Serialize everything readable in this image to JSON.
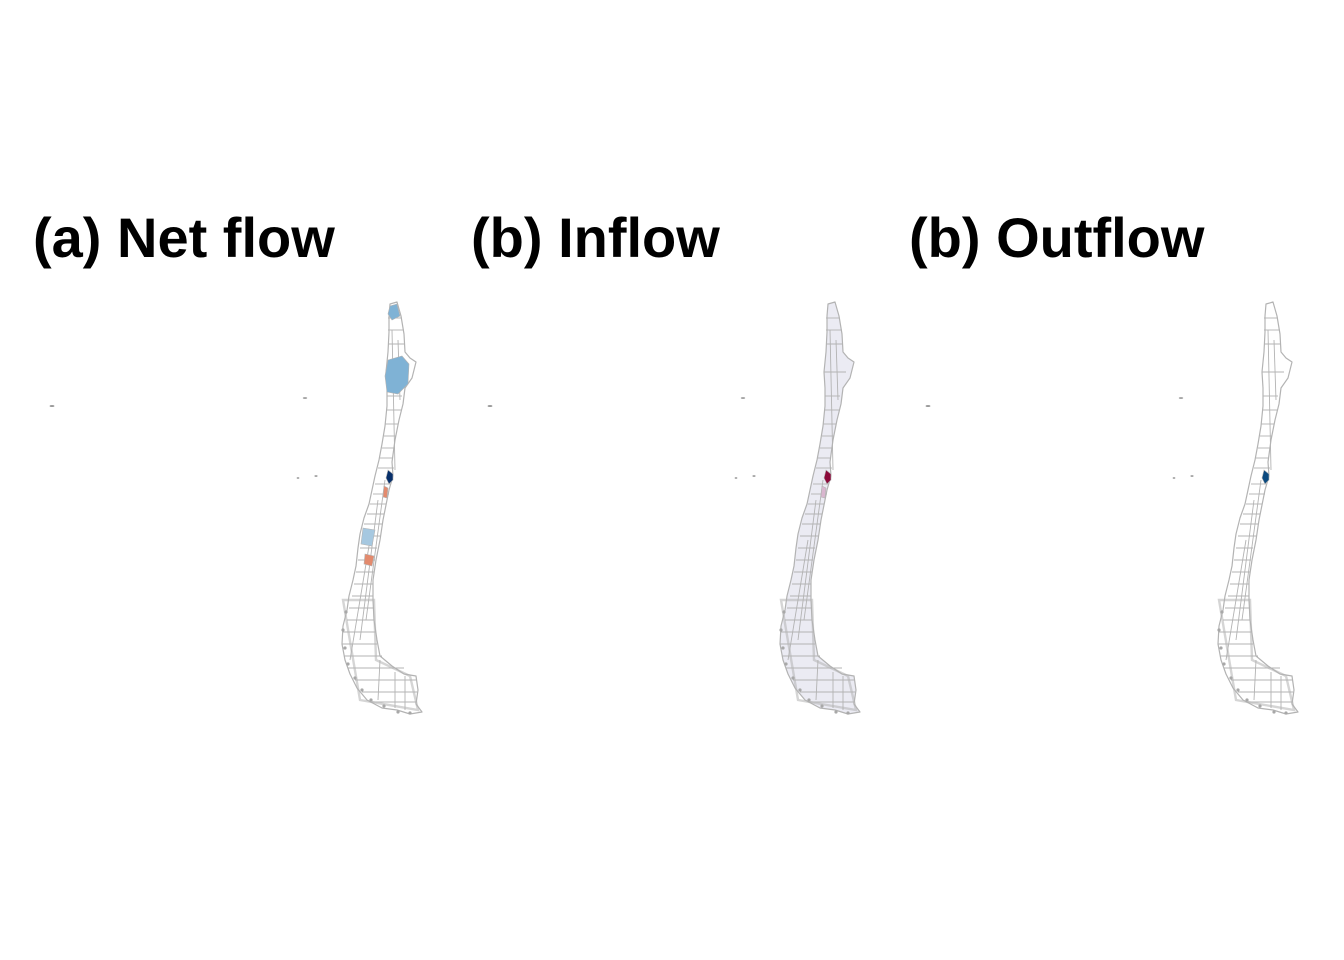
{
  "panels": [
    {
      "title": "(a) Net flow",
      "base_fill": "#ffffff",
      "highlights": [
        {
          "region": "tarapaca-north",
          "color": "#7fb2d5"
        },
        {
          "region": "antofagasta",
          "color": "#7fb2d5"
        },
        {
          "region": "santiago",
          "color": "#08306b"
        },
        {
          "region": "santiago-south",
          "color": "#e38a6d"
        },
        {
          "region": "biobio",
          "color": "#a6c8e0"
        },
        {
          "region": "araucania",
          "color": "#e38a6d"
        }
      ]
    },
    {
      "title": "(b) Inflow",
      "base_fill": "#ebebf3",
      "highlights": [
        {
          "region": "santiago",
          "color": "#8b0a3a"
        },
        {
          "region": "santiago-south",
          "color": "#d9b6cf"
        }
      ]
    },
    {
      "title": "(b) Outflow",
      "base_fill": "#ffffff",
      "highlights": [
        {
          "region": "santiago",
          "color": "#0b4a7f"
        }
      ]
    }
  ],
  "colors": {
    "border": "#b3b3b3",
    "background": "#ffffff"
  }
}
